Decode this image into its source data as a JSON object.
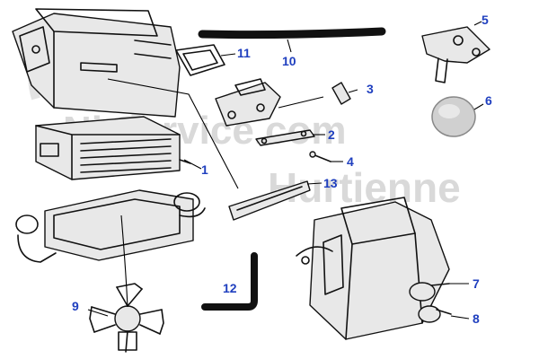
{
  "watermark": {
    "line1": "Ni Service.com",
    "line2": "Hurtienne"
  },
  "callouts": [
    "1",
    "2",
    "3",
    "4",
    "5",
    "6",
    "7",
    "8",
    "9",
    "10",
    "11",
    "12",
    "13"
  ],
  "colors": {
    "callout": "#1f3fbf",
    "ink": "#111111",
    "watermark": "#d9d9d9"
  }
}
